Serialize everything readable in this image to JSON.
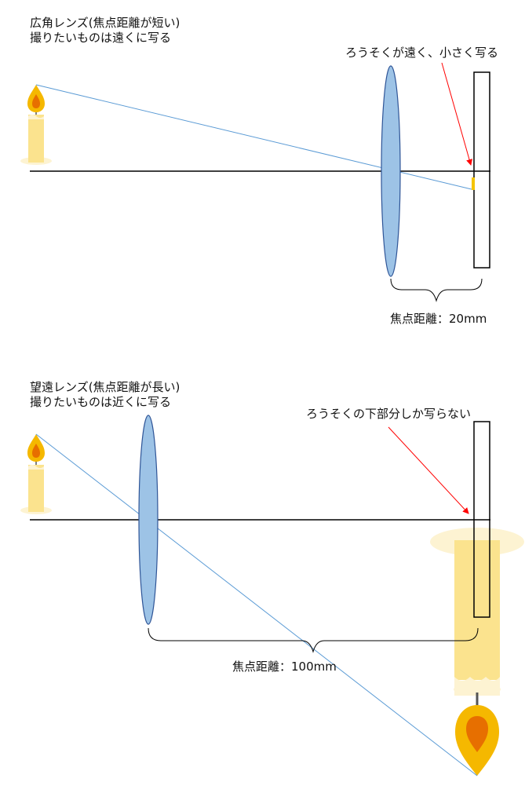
{
  "wide": {
    "title_line1": "広角レンズ(焦点距離が短い)",
    "title_line2": "撮りたいものは遠くに写る",
    "annotation": "ろうそくが遠く、小さく写る",
    "focal_label": "焦点距離：20mm"
  },
  "tele": {
    "title_line1": "望遠レンズ(焦点距離が長い)",
    "title_line2": "撮りたいものは近くに写る",
    "annotation": "ろうそくの下部分しか写らない",
    "focal_label": "焦点距離：100mm"
  },
  "colors": {
    "lens": "#9dc3e6",
    "ray": "#5b9bd5",
    "arrow": "#ff0000",
    "candle_wax": "#fbe38e",
    "flame_outer": "#f5b800",
    "flame_inner": "#e76f00"
  }
}
